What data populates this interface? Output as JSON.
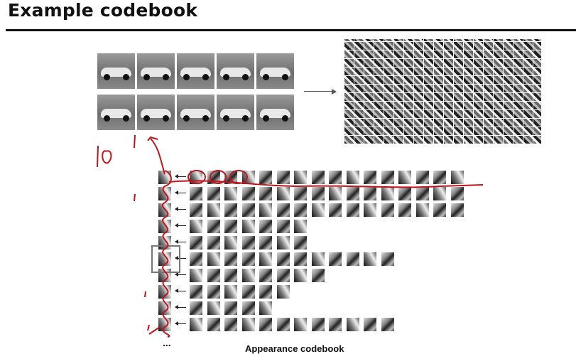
{
  "slide": {
    "title": "Example codebook",
    "footer_caption": "Appearance codebook",
    "ellipsis": "..."
  },
  "figure": {
    "training_cars_count": 10,
    "codebook_rows": [
      {
        "entries": 16
      },
      {
        "entries": 16
      },
      {
        "entries": 16
      },
      {
        "entries": 7
      },
      {
        "entries": 7
      },
      {
        "entries": 12
      },
      {
        "entries": 8
      },
      {
        "entries": 6
      },
      {
        "entries": 5
      },
      {
        "entries": 12
      }
    ]
  },
  "annotations": {
    "ink_color": "#c0141c",
    "frame_color": "#777777"
  }
}
